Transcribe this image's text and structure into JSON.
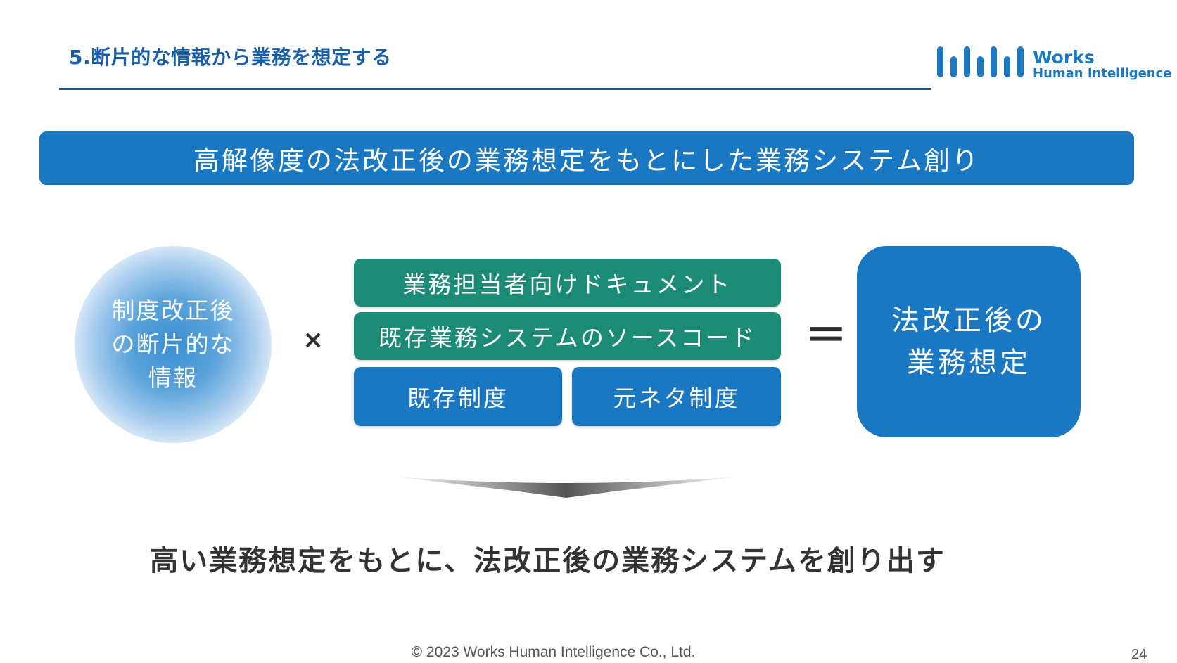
{
  "slide": {
    "title": "5.断片的な情報から業務を想定する",
    "banner": "高解像度の法改正後の業務想定をもとにした業務システム創り",
    "conclusion": "高い業務想定をもとに、法改正後の業務システムを創り出す",
    "footer": "© 2023 Works Human Intelligence Co., Ltd.",
    "page_number": "24"
  },
  "logo": {
    "line1": "Works",
    "line2": "Human Intelligence",
    "icon": "bar-mark-icon",
    "color": "#1b78c2"
  },
  "equation": {
    "input_circle": [
      "制度改正後",
      "の断片的な",
      "情報"
    ],
    "times_symbol": "×",
    "sources": {
      "row1": "業務担当者向けドキュメント",
      "row2": "既存業務システムのソースコード",
      "row3_left": "既存制度",
      "row3_right": "元ネタ制度"
    },
    "equals_symbol": "＝",
    "result": [
      "法改正後の",
      "業務想定"
    ]
  },
  "colors": {
    "primary_blue": "#1a77c2",
    "green": "#1b8b76",
    "title_blue": "#1a5ea8",
    "text_dark": "#333333"
  }
}
